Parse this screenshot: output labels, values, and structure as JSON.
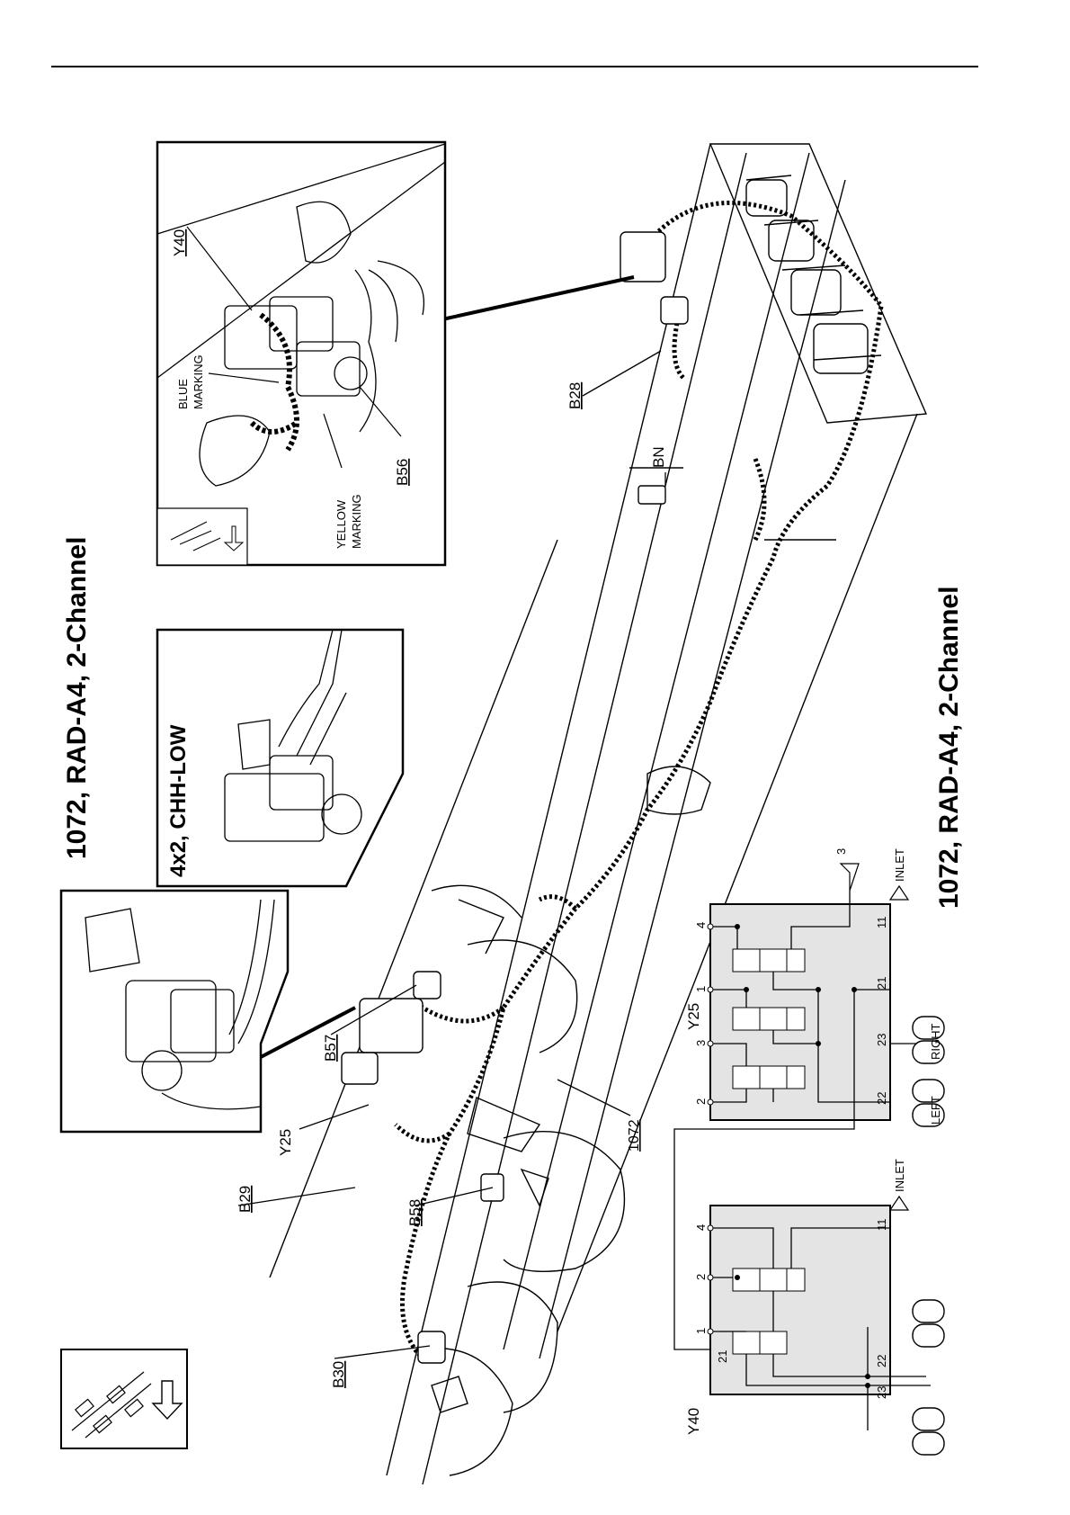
{
  "titles": {
    "main_top": "1072, RAD-A4, 2-Channel",
    "main_bottom": "1072, RAD-A4, 2-Channel",
    "inset_variant": "4x2, CHH-LOW"
  },
  "components": {
    "y40": "Y40",
    "b56": "B56",
    "blue_marking_1": "BLUE",
    "blue_marking_2": "MARKING",
    "yellow_marking_1": "YELLOW",
    "yellow_marking_2": "MARKING",
    "b28": "B28",
    "bn": "BN",
    "b57": "B57",
    "y25": "Y25",
    "b29": "B29",
    "b58": "B58",
    "b30": "B30",
    "harness": "1072"
  },
  "schematic_y25": {
    "name": "Y25",
    "ports_top": [
      "4",
      "1",
      "3",
      "2"
    ],
    "ports_bottom": [
      "11",
      "21",
      "23",
      "22"
    ],
    "outlet": "3",
    "inlet": "INLET",
    "right": "RIGHT",
    "left": "LEFT"
  },
  "schematic_y40": {
    "name": "Y40",
    "ports_top": [
      "4",
      "2",
      "1"
    ],
    "port_21": "21",
    "ports_bottom": [
      "11",
      "22",
      "23"
    ],
    "inlet": "INLET"
  }
}
